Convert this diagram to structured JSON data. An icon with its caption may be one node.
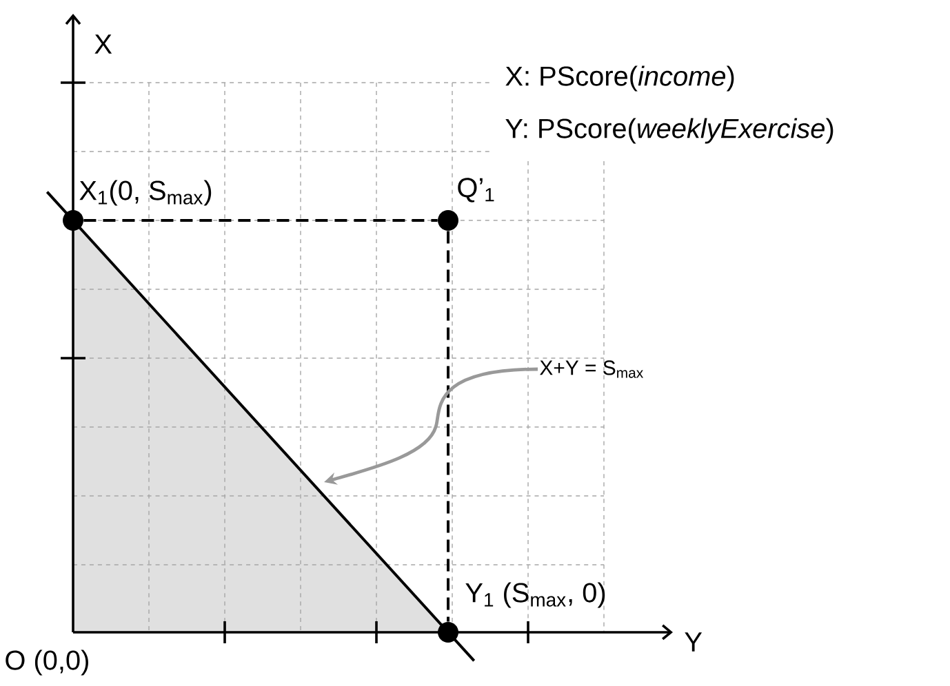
{
  "diagram": {
    "nodes": [
      {
        "text": [],
        "shape": "circle",
        "beside": [
          "X$_{1}$(0, S$_{max}$)"
        ]
      },
      {
        "text": [],
        "shape": "circle",
        "beside": [
          "Q’$_{1}$"
        ]
      },
      {
        "text": [],
        "shape": "circle",
        "beside": [
          "Y$_{1}$ (S$_{max}$, 0)"
        ]
      },
      {
        "text": [
          "X+Y = S$_{max}$"
        ]
      }
    ],
    "edges": [
      {
        "from": 0,
        "to": 1,
        "arrow": "none",
        "style": "dashed"
      },
      {
        "from": 1,
        "to": 2,
        "arrow": "none",
        "style": "dashed"
      },
      {
        "from": 0,
        "to": 2,
        "arrow": "none"
      },
      {
        "from": 3,
        "to": null,
        "arrow": "to",
        "color": "#999999"
      }
    ],
    "labels": [
      "X",
      "X: PScore(*income*)",
      "Y: PScore(*weeklyExercise*)",
      "Y",
      "O (0,0)"
    ]
  }
}
